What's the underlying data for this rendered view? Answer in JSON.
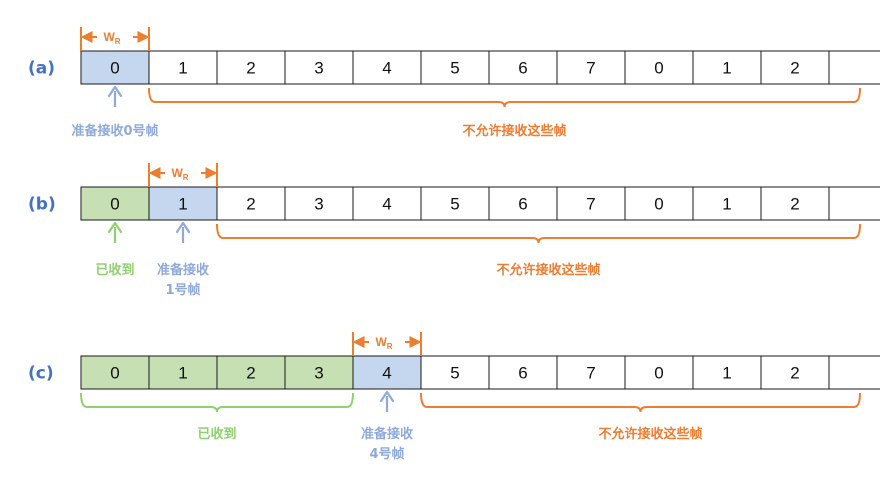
{
  "colors": {
    "label": "#4472c4",
    "orange": "#ed7d31",
    "received_fill": "#c6e0b4",
    "received_text": "#8fd16f",
    "window_fill": "#c5d7ee",
    "window_text": "#8eaadb",
    "cell_border": "#1a1a1a"
  },
  "window_label": {
    "main": "W",
    "sub": "R"
  },
  "rows": [
    {
      "label": "(a)",
      "cells": [
        {
          "value": "0",
          "state": "window"
        },
        {
          "value": "1",
          "state": "empty"
        },
        {
          "value": "2",
          "state": "empty"
        },
        {
          "value": "3",
          "state": "empty"
        },
        {
          "value": "4",
          "state": "empty"
        },
        {
          "value": "5",
          "state": "empty"
        },
        {
          "value": "6",
          "state": "empty"
        },
        {
          "value": "7",
          "state": "empty"
        },
        {
          "value": "0",
          "state": "empty"
        },
        {
          "value": "1",
          "state": "empty"
        },
        {
          "value": "2",
          "state": "empty"
        },
        {
          "value": "",
          "state": "empty"
        }
      ],
      "ready_lines": [
        "准备接收0号帧"
      ],
      "not_allowed": "不允许接收这些帧"
    },
    {
      "label": "(b)",
      "cells": [
        {
          "value": "0",
          "state": "received"
        },
        {
          "value": "1",
          "state": "window"
        },
        {
          "value": "2",
          "state": "empty"
        },
        {
          "value": "3",
          "state": "empty"
        },
        {
          "value": "4",
          "state": "empty"
        },
        {
          "value": "5",
          "state": "empty"
        },
        {
          "value": "6",
          "state": "empty"
        },
        {
          "value": "7",
          "state": "empty"
        },
        {
          "value": "0",
          "state": "empty"
        },
        {
          "value": "1",
          "state": "empty"
        },
        {
          "value": "2",
          "state": "empty"
        },
        {
          "value": "",
          "state": "empty"
        }
      ],
      "received": "已收到",
      "ready_lines": [
        "准备接收",
        "1号帧"
      ],
      "not_allowed": "不允许接收这些帧"
    },
    {
      "label": "(c)",
      "cells": [
        {
          "value": "0",
          "state": "received"
        },
        {
          "value": "1",
          "state": "received"
        },
        {
          "value": "2",
          "state": "received"
        },
        {
          "value": "3",
          "state": "received"
        },
        {
          "value": "4",
          "state": "window"
        },
        {
          "value": "5",
          "state": "empty"
        },
        {
          "value": "6",
          "state": "empty"
        },
        {
          "value": "7",
          "state": "empty"
        },
        {
          "value": "0",
          "state": "empty"
        },
        {
          "value": "1",
          "state": "empty"
        },
        {
          "value": "2",
          "state": "empty"
        },
        {
          "value": "",
          "state": "empty"
        }
      ],
      "received": "已收到",
      "ready_lines": [
        "准备接收",
        "4号帧"
      ],
      "not_allowed": "不允许接收这些帧"
    }
  ]
}
